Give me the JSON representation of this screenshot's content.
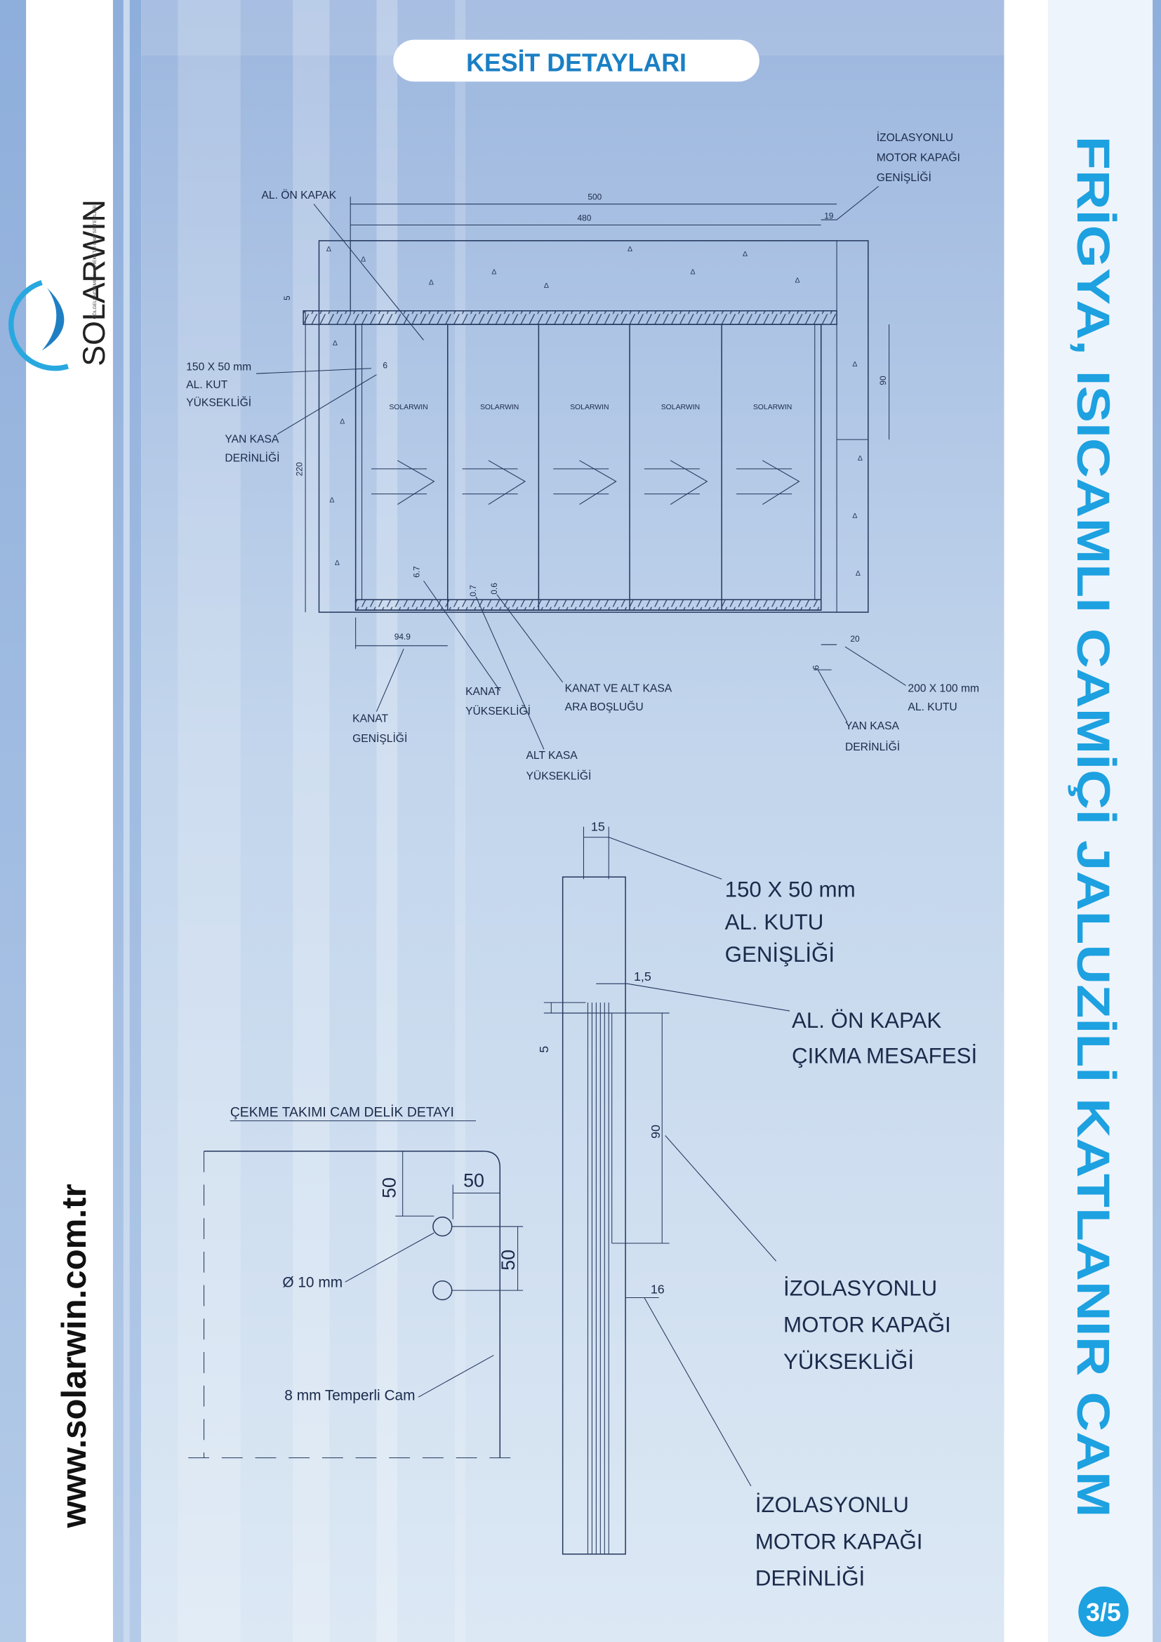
{
  "header": {
    "title": "KESİT DETAYLARI"
  },
  "side_title": "FRİGYA, ISICAMLI CAMİÇİ JALUZİLİ KATLANIR CAM",
  "website": "www.solarwin.com.tr",
  "page_number": "3/5",
  "logo": {
    "brand": "SOLARWIN",
    "tagline": "GÖLGELENDİRME & HAREKETLİ CAM SİSTEMLERİ"
  },
  "colors": {
    "accent": "#1da1e0",
    "title_text": "#1a7fc4",
    "line": "#23365c"
  },
  "plan_view": {
    "labels": {
      "front_cover": "AL. ÖN KAPAK",
      "motor_cover_width": [
        "İZOLASYONLU",
        "MOTOR KAPAĞI",
        "GENİŞLİĞİ"
      ],
      "box_height": [
        "150 X 50 mm",
        "AL. KUT",
        "YÜKSEKLİĞİ"
      ],
      "side_depth_left": [
        "YAN KASA",
        "DERİNLİĞİ"
      ],
      "sash_width": [
        "KANAT",
        "GENİŞLİĞİ"
      ],
      "sash_height": [
        "KANAT",
        "YÜKSEKLİĞİ"
      ],
      "gap": [
        "KANAT VE ALT KASA",
        "ARA BOŞLUĞU"
      ],
      "bottom_frame_height": [
        "ALT KASA",
        "YÜKSEKLİĞİ"
      ],
      "side_depth_right": [
        "YAN KASA",
        "DERİNLİĞİ"
      ],
      "box_200": [
        "200 X 100 mm",
        "AL. KUTU"
      ]
    },
    "dimensions": {
      "total": "500",
      "inner": "480",
      "cover": "19",
      "height": "220",
      "top": "5",
      "motor": "90",
      "side": "6",
      "h1": "6.7",
      "h2": "0.7",
      "h3": "0.6",
      "sash": "94.9",
      "box": "20",
      "side_r": "6"
    },
    "panel_logo": "SOLARWIN"
  },
  "section_view": {
    "dimensions": {
      "width": "15",
      "offset": "1,5",
      "top": "5",
      "motor_h": "90",
      "motor_d": "16"
    },
    "labels": {
      "box_width": [
        "150 X 50 mm",
        "AL. KUTU",
        "GENİŞLİĞİ"
      ],
      "cover_offset": [
        "AL. ÖN KAPAK",
        "ÇIKMA MESAFESİ"
      ],
      "motor_height": [
        "İZOLASYONLU",
        "MOTOR KAPAĞI",
        "YÜKSEKLİĞİ"
      ],
      "motor_depth": [
        "İZOLASYONLU",
        "MOTOR KAPAĞI",
        "DERİNLİĞİ"
      ]
    }
  },
  "hole_detail": {
    "title": "ÇEKME TAKIMI CAM DELİK DETAYI",
    "dim_top": "50",
    "dim_side": "50",
    "dim_spacing": "50",
    "hole": "Ø 10 mm",
    "glass": "8 mm Temperli Cam"
  }
}
